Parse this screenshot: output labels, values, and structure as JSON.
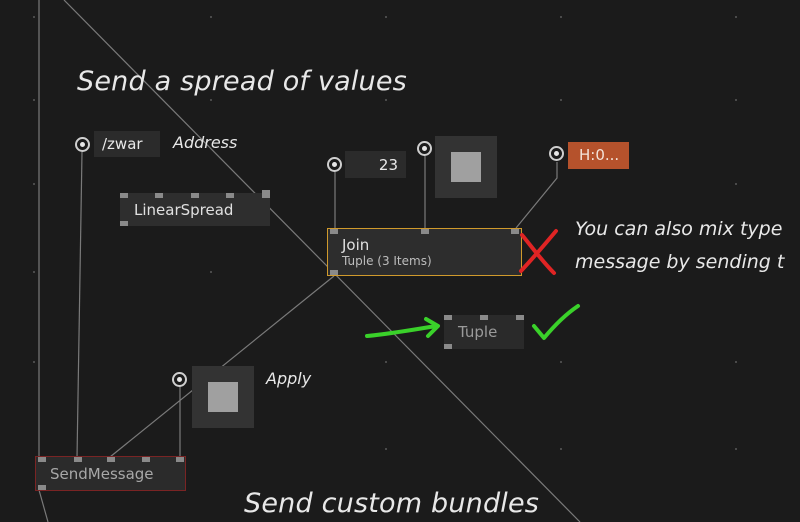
{
  "comments": {
    "title_spread": "Send a spread of values",
    "address_label": "Address",
    "apply_label": "Apply",
    "mix_types_line1": "You can also mix type",
    "mix_types_line2": "message by sending t",
    "title_bundles": "Send custom bundles"
  },
  "iobox": {
    "address_value": "/zwar",
    "number_value": "23",
    "color_value": "H:0..."
  },
  "nodes": {
    "linear_spread": "LinearSpread",
    "join": "Join",
    "join_subtitle": "Tuple (3 Items)",
    "tuple": "Tuple",
    "send_message": "SendMessage"
  },
  "colors": {
    "background": "#1b1b1b",
    "node": "#2e2e2e",
    "join_border": "#d09a2c",
    "send_border": "#7a2424",
    "color_iobox": "#b5522c",
    "red_mark": "#e02424",
    "green_mark": "#3ad12a"
  },
  "icons": {
    "cross": "red-x-icon",
    "check": "green-check-icon",
    "arrow": "green-arrow-icon"
  }
}
